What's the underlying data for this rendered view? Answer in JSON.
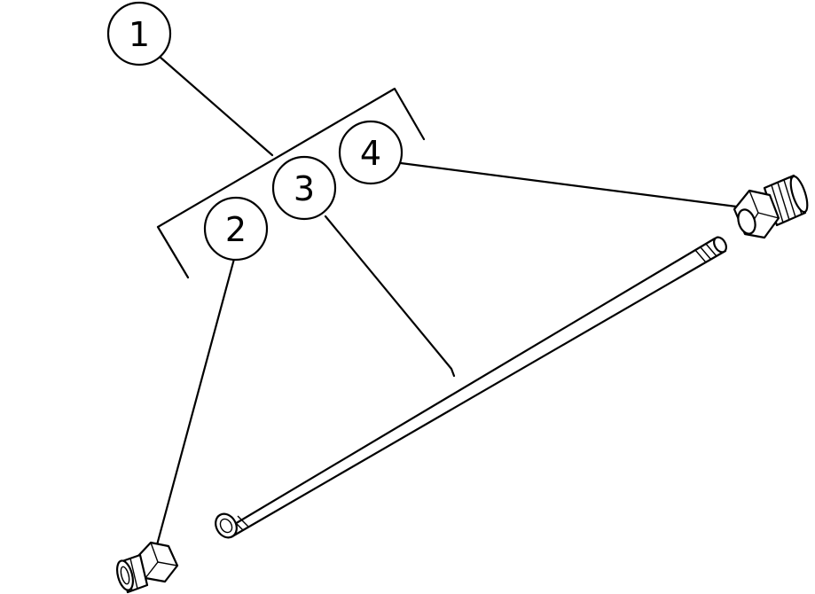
{
  "callouts": [
    {
      "id": "1",
      "label": "1"
    },
    {
      "id": "2",
      "label": "2"
    },
    {
      "id": "3",
      "label": "3"
    },
    {
      "id": "4",
      "label": "4"
    }
  ],
  "colors": {
    "stroke": "#000000",
    "background": "#ffffff"
  }
}
